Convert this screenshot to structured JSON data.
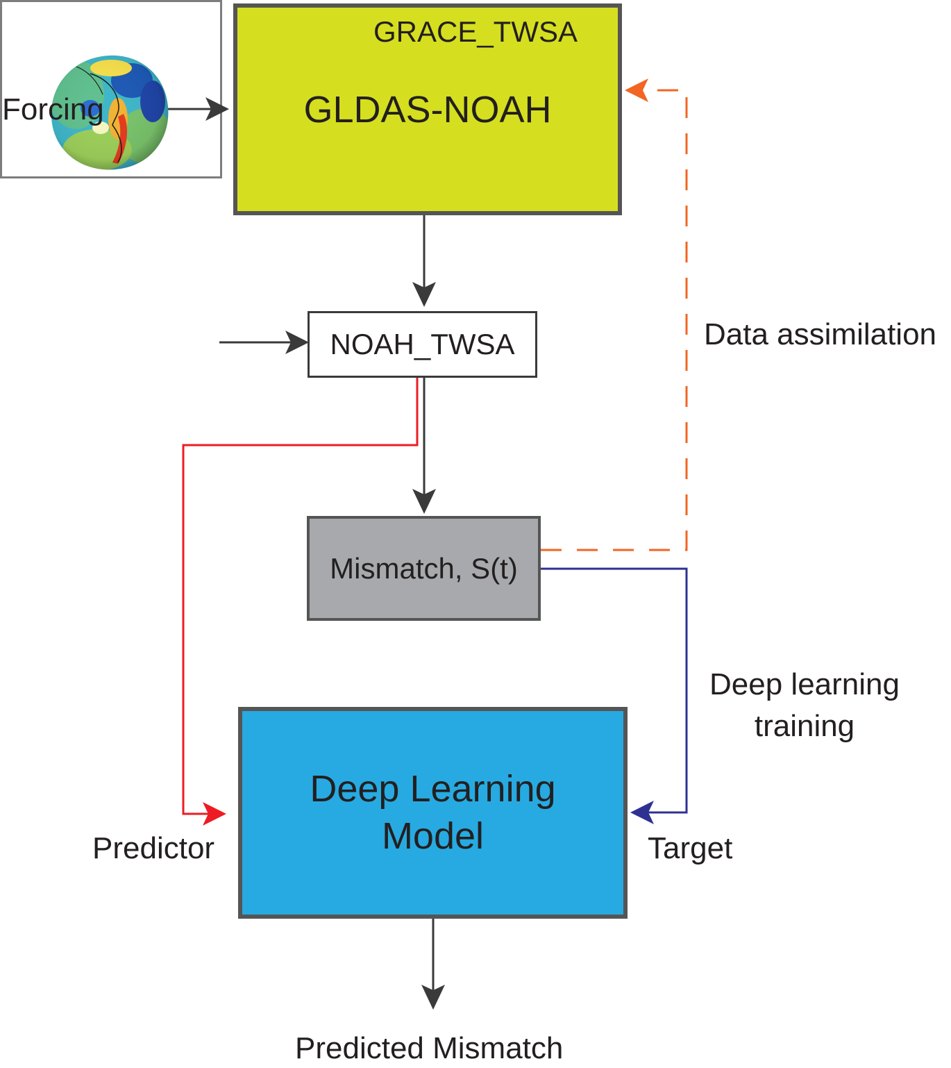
{
  "nodes": {
    "gldas": "GLDAS-NOAH",
    "noah_twsa": "NOAH_TWSA",
    "mismatch": "Mismatch, S(t)",
    "deep_learning_model": [
      "Deep Learning",
      "Model"
    ],
    "grace_twsa": "GRACE_TWSA"
  },
  "labels": {
    "forcing": "Forcing",
    "data_assimilation": "Data assimilation",
    "deep_learning_training": [
      "Deep learning",
      "training"
    ],
    "predictor": "Predictor",
    "target": "Target",
    "predicted_mismatch": "Predicted Mismatch"
  },
  "colors": {
    "gldas_fill": "#d5df1f",
    "mismatch_fill": "#a7a9ac",
    "model_fill": "#27aae1",
    "predictor_line": "#ed1c24",
    "target_line": "#2e3192",
    "assimilation_line": "#f26522",
    "arrow": "#3a3a3a"
  },
  "icons": {
    "grace_image": "globe-gravity-anomaly-icon"
  }
}
